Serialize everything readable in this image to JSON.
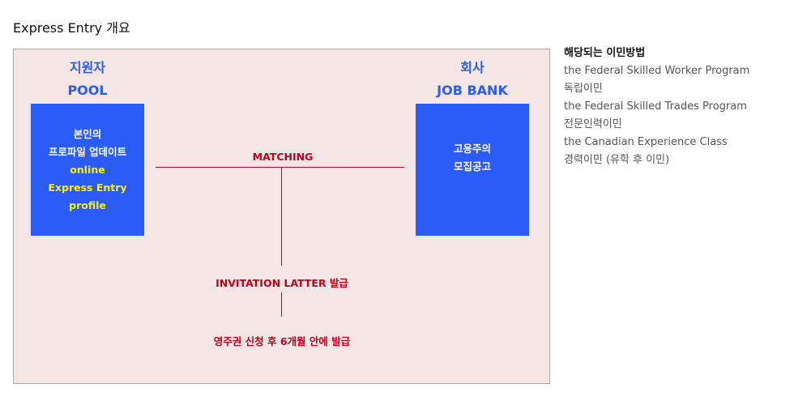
{
  "title": "Express Entry 개요",
  "diagram": {
    "left_head": [
      "지원자",
      "POOL"
    ],
    "left_box": {
      "white": [
        "본인의",
        "프로파일 업데이트"
      ],
      "yellow": [
        "online",
        "Express Entry",
        "profile"
      ]
    },
    "right_head": [
      "회사",
      "JOB BANK"
    ],
    "right_box": [
      "고용주의",
      "모집공고"
    ],
    "matching": "MATCHING",
    "invitation": "INVITATION LATTER 발급",
    "result": "영주권 신청 후 6개월 안에 발급"
  },
  "side": {
    "heading": "해당되는 이민방법",
    "items": [
      "the Federal Skilled Worker Program",
      "독립이민",
      "the Federal Skilled Trades Program",
      "전문인력이민",
      "the Canadian Experience Class",
      "경력이민 (유학 후 이민)"
    ]
  },
  "colors": {
    "blue": "#2b5cf6",
    "red": "#c0001a",
    "bg": "#f5e6e6",
    "yellow": "#f5f500"
  }
}
